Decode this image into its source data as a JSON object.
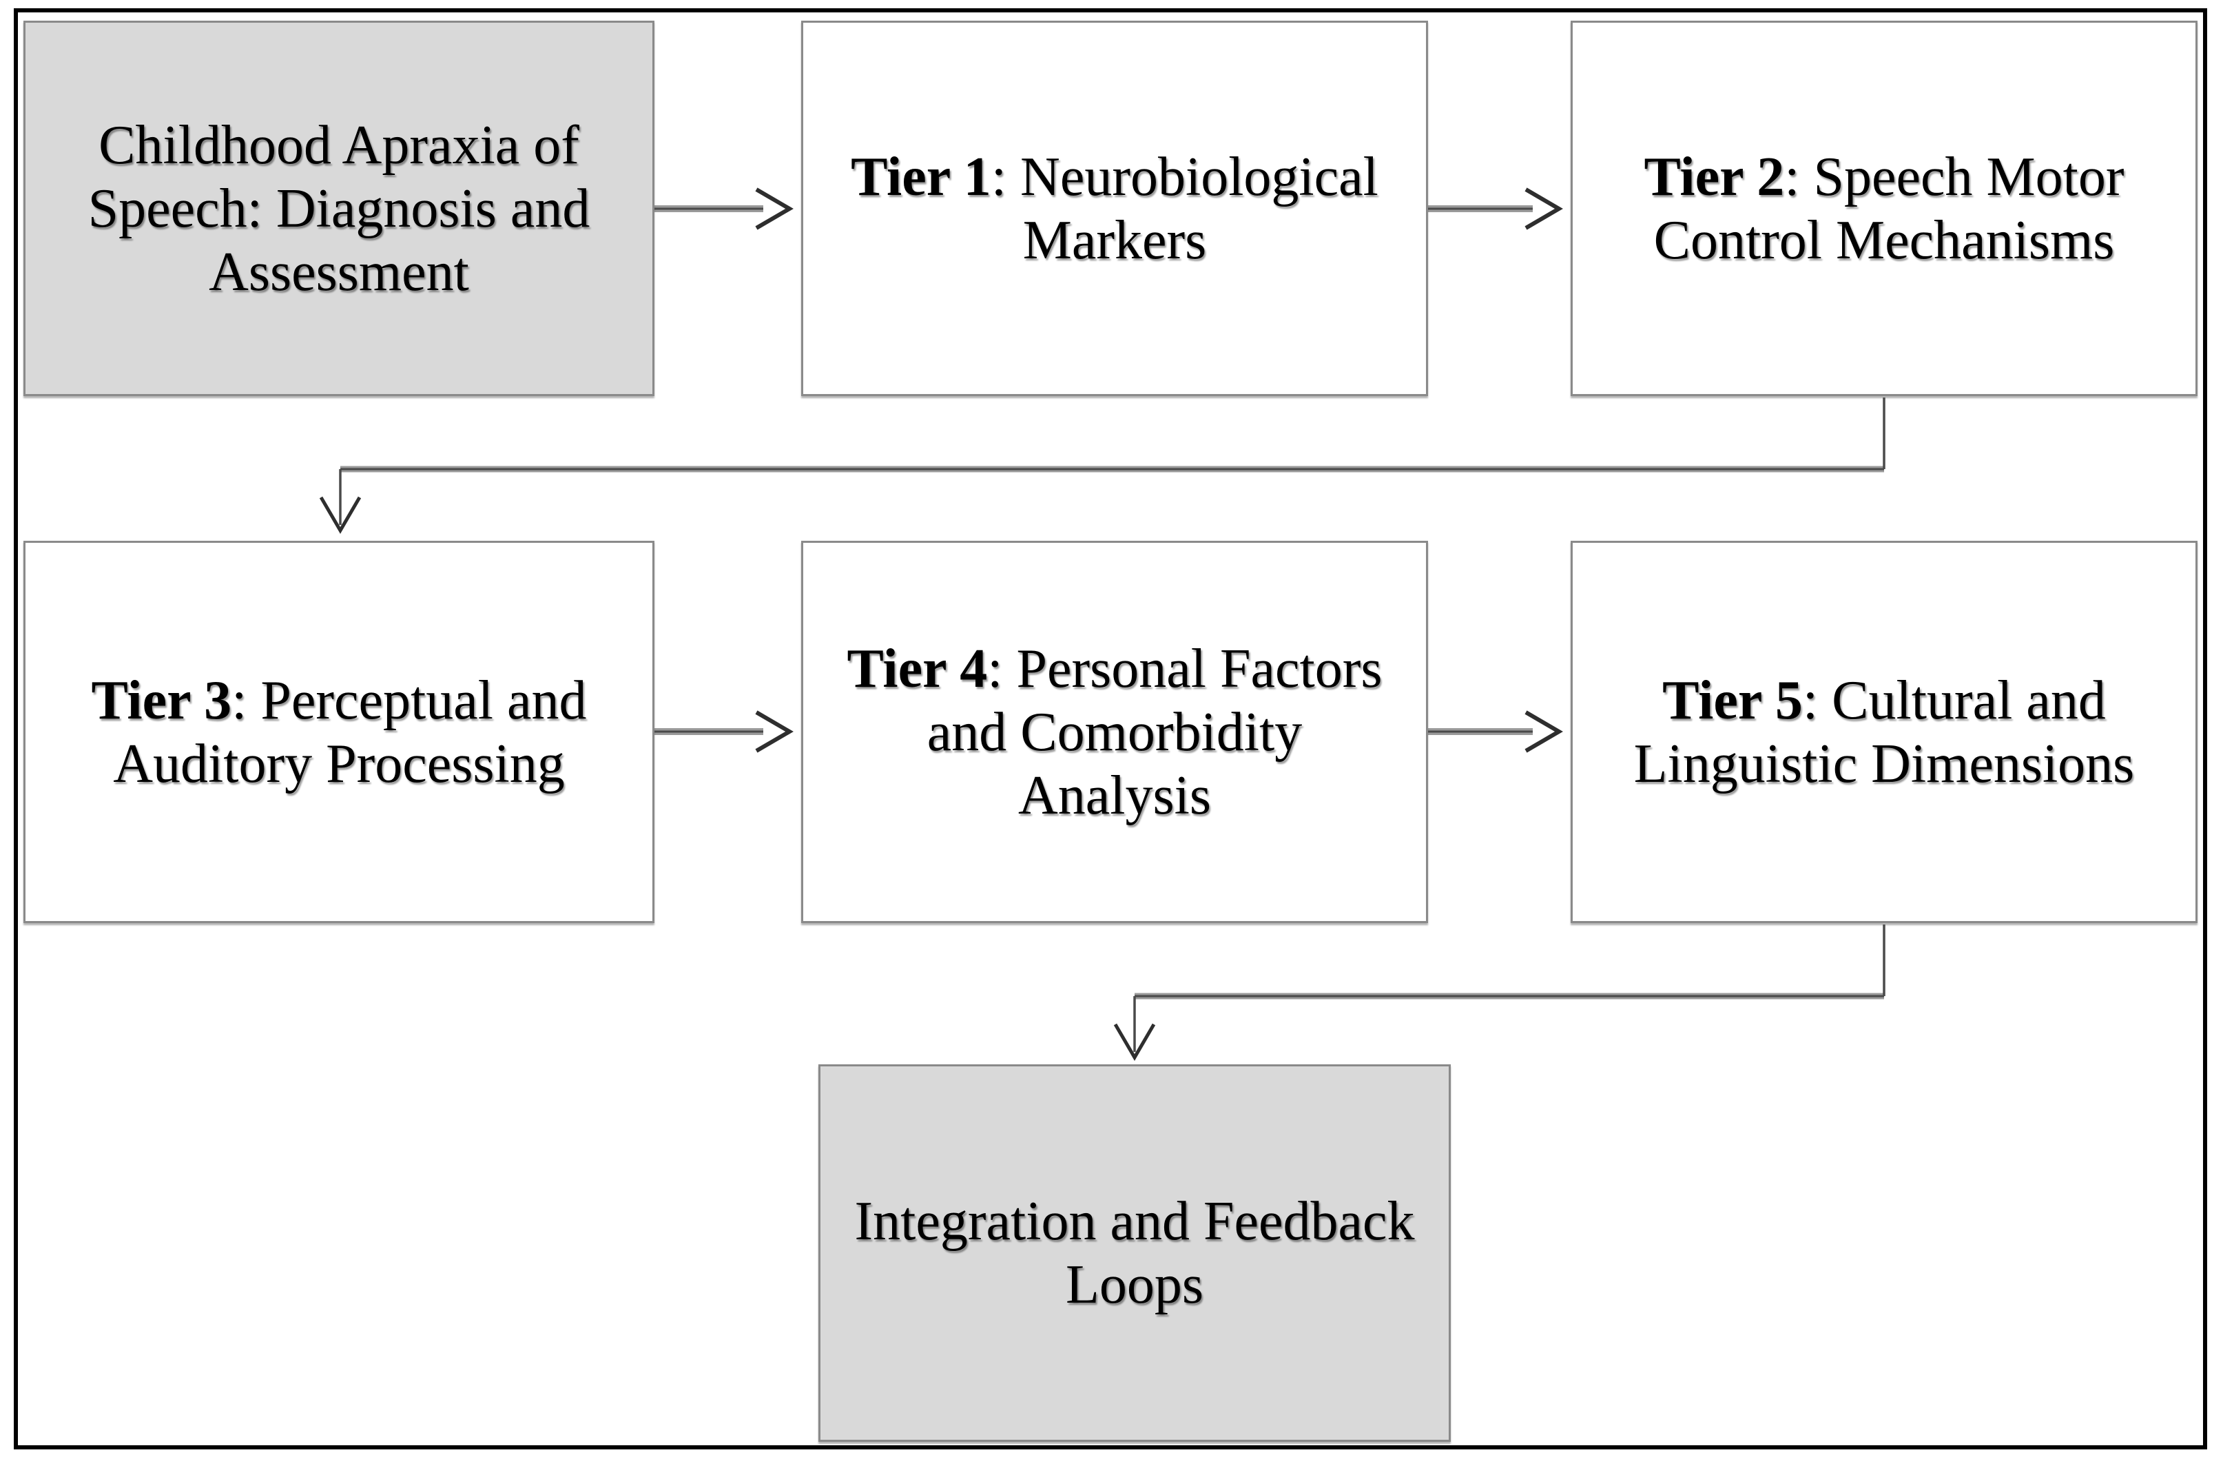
{
  "diagram": {
    "type": "flowchart",
    "colors": {
      "page_bg": "#ffffff",
      "frame_border": "#000000",
      "node_border": "#8a8a8a",
      "node_fill_accent": "#d9d9d9",
      "node_fill_default": "#ffffff",
      "connector_glow": "#9a9a9a",
      "connector_core": "#4a4a4a",
      "arrowhead": "#2e2e2e",
      "text": "#000000"
    },
    "boxes": [
      {
        "id": "start",
        "variant": "gray",
        "bold": "",
        "label": "Childhood Apraxia of Speech: Diagnosis and Assessment",
        "lines": [
          "Childhood Apraxia of",
          "Speech: Diagnosis and",
          "Assessment"
        ]
      },
      {
        "id": "tier1",
        "variant": "white",
        "bold": "Tier 1",
        "label": "Tier 1: Neurobiological Markers",
        "lines": [
          ": Neurobiological",
          "Markers"
        ]
      },
      {
        "id": "tier2",
        "variant": "white",
        "bold": "Tier 2",
        "label": "Tier 2: Speech Motor Control Mechanisms",
        "lines": [
          ": Speech Motor",
          "Control Mechanisms"
        ]
      },
      {
        "id": "tier3",
        "variant": "white",
        "bold": "Tier 3",
        "label": "Tier 3: Perceptual and Auditory Processing",
        "lines": [
          ": Perceptual and",
          "Auditory Processing"
        ]
      },
      {
        "id": "tier4",
        "variant": "white",
        "bold": "Tier 4",
        "label": "Tier 4: Personal Factors and Comorbidity Analysis",
        "lines": [
          ": Personal Factors",
          "and Comorbidity",
          "Analysis"
        ]
      },
      {
        "id": "tier5",
        "variant": "white",
        "bold": "Tier 5",
        "label": "Tier 5: Cultural and Linguistic Dimensions",
        "lines": [
          ": Cultural and",
          "Linguistic Dimensions"
        ]
      },
      {
        "id": "integration",
        "variant": "gray",
        "bold": "",
        "label": "Integration and Feedback Loops",
        "lines": [
          "Integration and Feedback",
          "Loops"
        ]
      }
    ],
    "edges": [
      {
        "from": "start",
        "to": "tier1",
        "style": "straight-right"
      },
      {
        "from": "tier1",
        "to": "tier2",
        "style": "straight-right"
      },
      {
        "from": "tier2",
        "to": "tier3",
        "style": "elbow-down-left"
      },
      {
        "from": "tier3",
        "to": "tier4",
        "style": "straight-right"
      },
      {
        "from": "tier4",
        "to": "tier5",
        "style": "straight-right"
      },
      {
        "from": "tier5",
        "to": "integration",
        "style": "elbow-down-left"
      }
    ]
  }
}
